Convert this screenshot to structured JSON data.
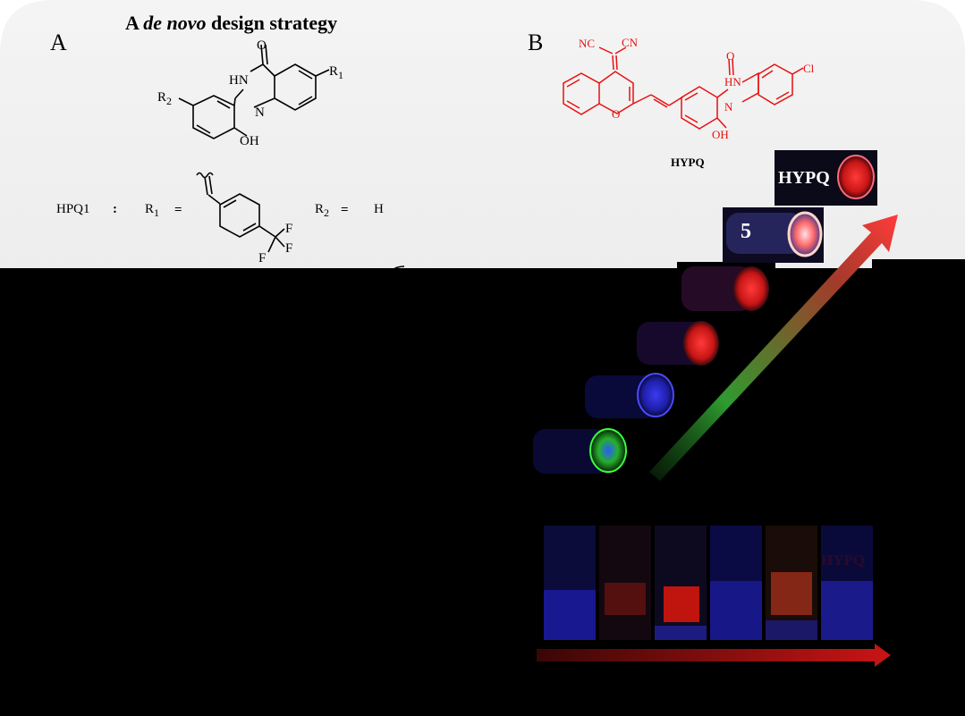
{
  "figure": {
    "panel_a": {
      "letter": "A",
      "title_prefix": "A ",
      "title_italic": "de novo",
      "title_suffix": " design strategy",
      "scaffold_atoms": {
        "o": "O",
        "hn": "HN",
        "n": "N",
        "oh": "OH",
        "r1": "R",
        "r1_sub": "1",
        "r2": "R",
        "r2_sub": "2"
      },
      "hpq1": {
        "name": "HPQ1",
        "colon": ":",
        "r1": "R",
        "r1_sub": "1",
        "r2": "R",
        "r2_sub": "2",
        "equals": "=",
        "r2_value": "H",
        "f_labels": [
          "F",
          "F",
          "F"
        ]
      }
    },
    "panel_b": {
      "letter": "B",
      "hypq_atoms": {
        "nc": "NC",
        "cn": "CN",
        "o_ring": "O",
        "o": "O",
        "hn": "HN",
        "n": "N",
        "oh": "OH",
        "cl": "Cl"
      },
      "hypq_caption": "HYPQ",
      "vial_labels": {
        "top": "HYPQ",
        "second": "5",
        "bottom_row_last": "HYPQ"
      }
    },
    "colors": {
      "structure_red": "#e8100f",
      "arrow_red": "#ee2b2b",
      "arrow_green": "#2f9b2f",
      "background_grey": "#ececec",
      "black_fill": "#000000"
    }
  }
}
